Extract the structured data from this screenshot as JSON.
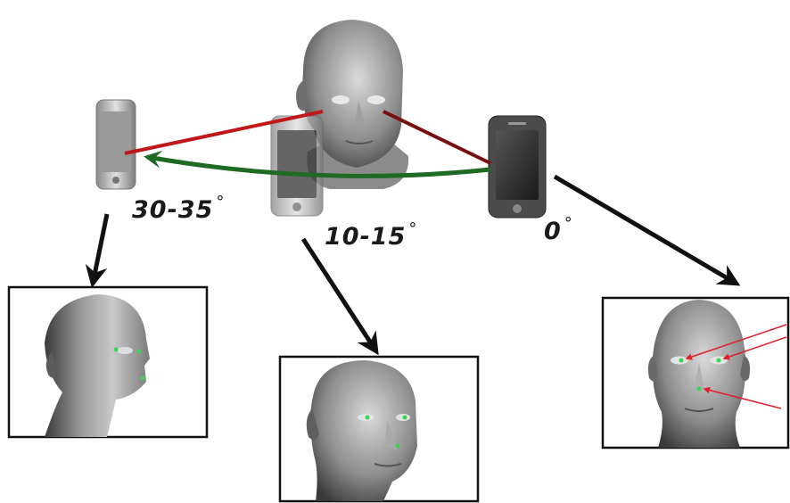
{
  "angles": [
    {
      "value": "30-35",
      "unit": "°"
    },
    {
      "value": "10-15",
      "unit": "°"
    },
    {
      "value": "0",
      "unit": "°"
    }
  ],
  "colors": {
    "line_of_sight": "#c0171b",
    "rotation_arc": "#1f6b24",
    "arrow": "#111111",
    "landmark": "#3bd35a",
    "landmark_pointer": "#e0202a"
  },
  "icons": [
    "head-icon",
    "phone-icon",
    "landmark-point-icon"
  ]
}
